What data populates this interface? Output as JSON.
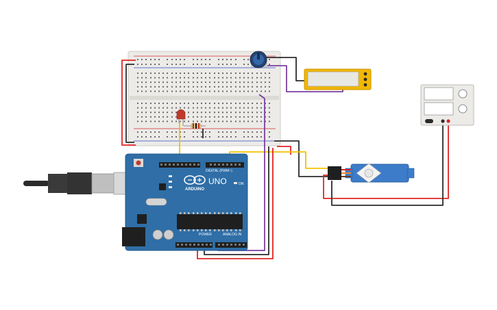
{
  "canvas": {
    "background": "#ffffff"
  },
  "arduino": {
    "model_label": "UNO",
    "brand_label": "ARDUINO",
    "digital_label": "DIGITAL (PWM~)",
    "power_label": "POWER",
    "analog_label": "ANALOG IN",
    "on_label": "ON",
    "board_color": "#2f6ea6"
  },
  "breadboard": {
    "body_color": "#ecebe8",
    "rail_red": "#d62828",
    "rail_blue": "#2a4fc2"
  },
  "components": {
    "led_color": "#c0392b",
    "servo_color": "#3d7cc9",
    "potentiometer_color": "#26436f",
    "lcd_color": "#f2b705"
  },
  "wires": {
    "red": "#e02424",
    "black": "#2b2b2b",
    "purple": "#7a3fa0",
    "yellow": "#f2c200"
  }
}
